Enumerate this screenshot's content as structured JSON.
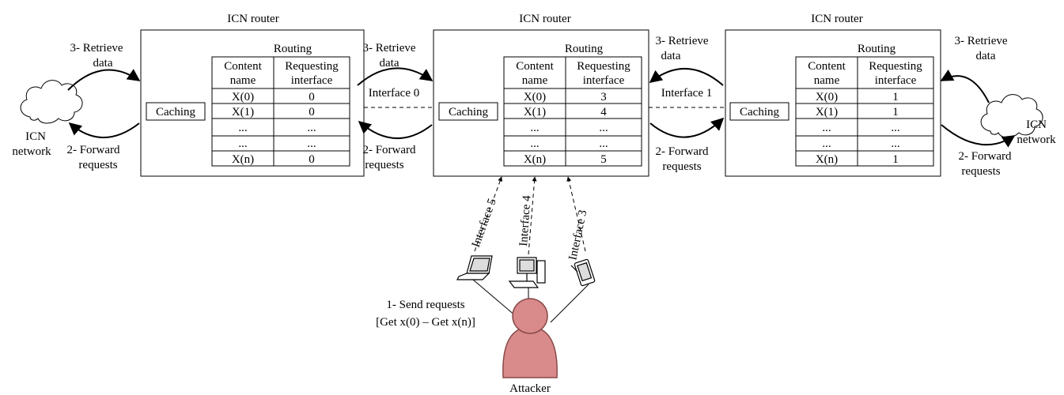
{
  "routers": [
    {
      "title": "ICN router",
      "routing_label": "Routing",
      "caching_label": "Caching",
      "col_headers": [
        "Content",
        "name",
        "Requesting",
        "interface"
      ],
      "rows": [
        [
          "X(0)",
          "0"
        ],
        [
          "X(1)",
          "0"
        ],
        [
          "...",
          "..."
        ],
        [
          "...",
          "..."
        ],
        [
          "X(n)",
          "0"
        ]
      ]
    },
    {
      "title": "ICN router",
      "routing_label": "Routing",
      "caching_label": "Caching",
      "col_headers": [
        "Content",
        "name",
        "Requesting",
        "interface"
      ],
      "rows": [
        [
          "X(0)",
          "3"
        ],
        [
          "X(1)",
          "4"
        ],
        [
          "...",
          "..."
        ],
        [
          "...",
          "..."
        ],
        [
          "X(n)",
          "5"
        ]
      ]
    },
    {
      "title": "ICN router",
      "routing_label": "Routing",
      "caching_label": "Caching",
      "col_headers": [
        "Content",
        "name",
        "Requesting",
        "interface"
      ],
      "rows": [
        [
          "X(0)",
          "1"
        ],
        [
          "X(1)",
          "1"
        ],
        [
          "...",
          "..."
        ],
        [
          "...",
          "..."
        ],
        [
          "X(n)",
          "1"
        ]
      ]
    }
  ],
  "links": {
    "retrieve": [
      "3- Retrieve",
      "data"
    ],
    "forward": [
      "2- Forward",
      "requests"
    ],
    "interface0": "Interface 0",
    "interface1": "Interface 1"
  },
  "networks": {
    "left": [
      "ICN",
      "network"
    ],
    "right": [
      "ICN",
      "network"
    ]
  },
  "devices": {
    "interface5": "Interface 5",
    "interface4": "Interface 4",
    "interface3": "Interface 3"
  },
  "attacker": {
    "send_label": "1- Send requests",
    "get_label": "[Get x(0) – Get x(n)]",
    "name": "Attacker"
  },
  "colors": {
    "attacker_fill": "#d98a8a",
    "attacker_stroke": "#8a4a4a",
    "line": "#000000",
    "background": "#ffffff"
  }
}
